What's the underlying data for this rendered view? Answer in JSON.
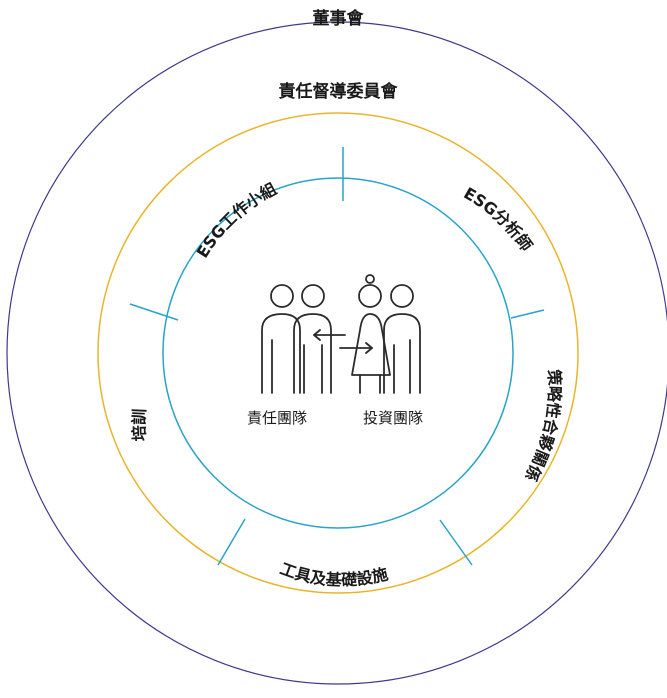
{
  "outer_label": "董事會",
  "middle_label": "責任督導委員會",
  "ring_labels": {
    "working_group": "ESG工作小組",
    "analysts": "ESG分析師",
    "partnerships": "策略性合夥關係",
    "tools": "工具及基礎設施",
    "training": "培訓"
  },
  "center": {
    "responsibility_team": "責任團隊",
    "investment_team": "投資團隊"
  },
  "colors": {
    "outer_ring": "#3d3a8c",
    "middle_ring": "#e8b52a",
    "inner_ring": "#2aa3c9",
    "text": "#1a1a1a"
  }
}
